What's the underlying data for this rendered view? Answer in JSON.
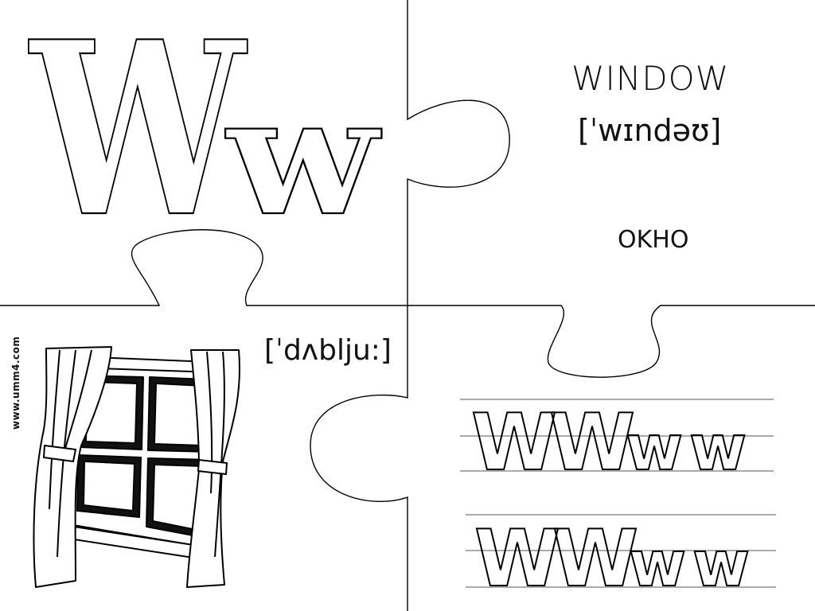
{
  "big_letters": {
    "uppercase": "W",
    "lowercase": "w"
  },
  "word": {
    "text": "WINDOW",
    "transcription": "[ˈwɪndəʊ]"
  },
  "translation": "OKHO",
  "letter_transcription": "[ˈdʌblju:]",
  "tracing": {
    "row1": [
      "W",
      "W",
      "w",
      "w"
    ],
    "row2": [
      "W",
      "W",
      "w",
      "w"
    ]
  },
  "site": "www.umm4.com",
  "picture": {
    "icon": "window-with-curtains-icon"
  },
  "colors": {
    "ink": "#000000",
    "paper": "#ffffff"
  }
}
